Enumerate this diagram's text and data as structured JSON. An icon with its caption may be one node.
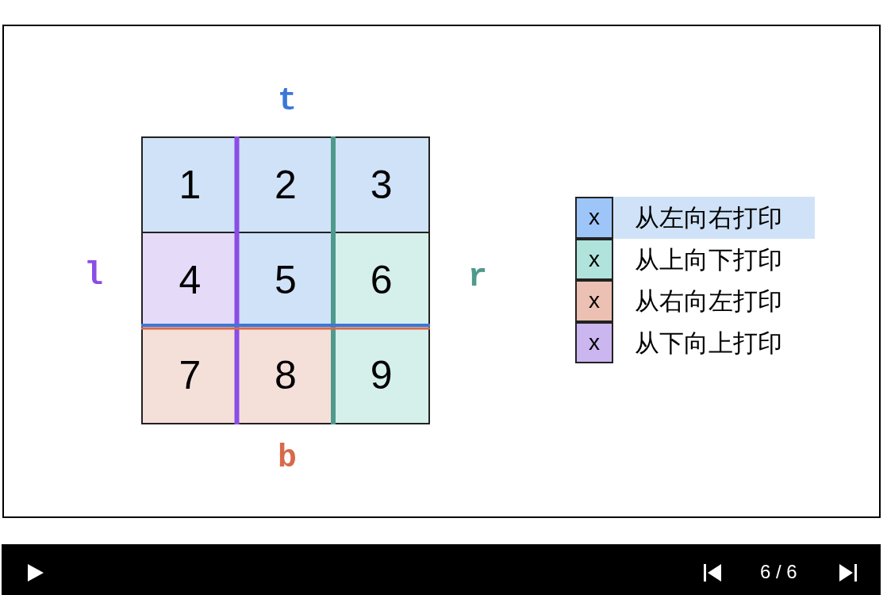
{
  "diagram": {
    "nodes": [
      {
        "text": [
          "1"
        ]
      },
      {
        "text": [
          "2"
        ]
      },
      {
        "text": [
          "3"
        ]
      },
      {
        "text": [
          "4"
        ]
      },
      {
        "text": [
          "5"
        ]
      },
      {
        "text": [
          "6"
        ]
      },
      {
        "text": [
          "7"
        ]
      },
      {
        "text": [
          "8"
        ]
      },
      {
        "text": [
          "9"
        ]
      }
    ],
    "edges": [],
    "labels": [
      "t",
      "l",
      "r",
      "b",
      "x",
      "x",
      "x",
      "x",
      "6 / 6"
    ],
    "legend": [
      {
        "text": "从左向右打印",
        "color": "#9ec5f8"
      },
      {
        "text": "从上向下打印",
        "color": "#b0e3dc"
      },
      {
        "text": "从右向左打印",
        "color": "#ecc0b2"
      },
      {
        "text": "从下向上打印",
        "color": "#cbb6f0"
      }
    ]
  }
}
